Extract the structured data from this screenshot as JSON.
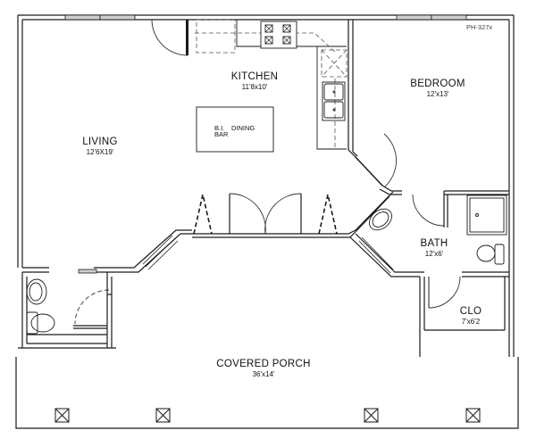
{
  "plan": {
    "id": "PH-327x",
    "colors": {
      "wall": "#1a1a1a",
      "window": "#cfcfcf",
      "background": "#ffffff",
      "text": "#111111"
    }
  },
  "rooms": {
    "kitchen": {
      "name": "KITCHEN",
      "dim": "11'8x10'"
    },
    "bedroom": {
      "name": "BEDROOM",
      "dim": "12'x13'"
    },
    "living": {
      "name": "LIVING",
      "dim": "12'6X19'"
    },
    "bath": {
      "name": "BATH",
      "dim": "12'x6'"
    },
    "closet": {
      "name": "CLO",
      "dim": "7'x6'2"
    },
    "porch": {
      "name": "COVERED PORCH",
      "dim": "36'x14'"
    }
  },
  "fixtures": {
    "dining_bar": {
      "line1": "B.I.",
      "line2": "BAR",
      "label": "DINING"
    },
    "porch_posts": 4
  }
}
